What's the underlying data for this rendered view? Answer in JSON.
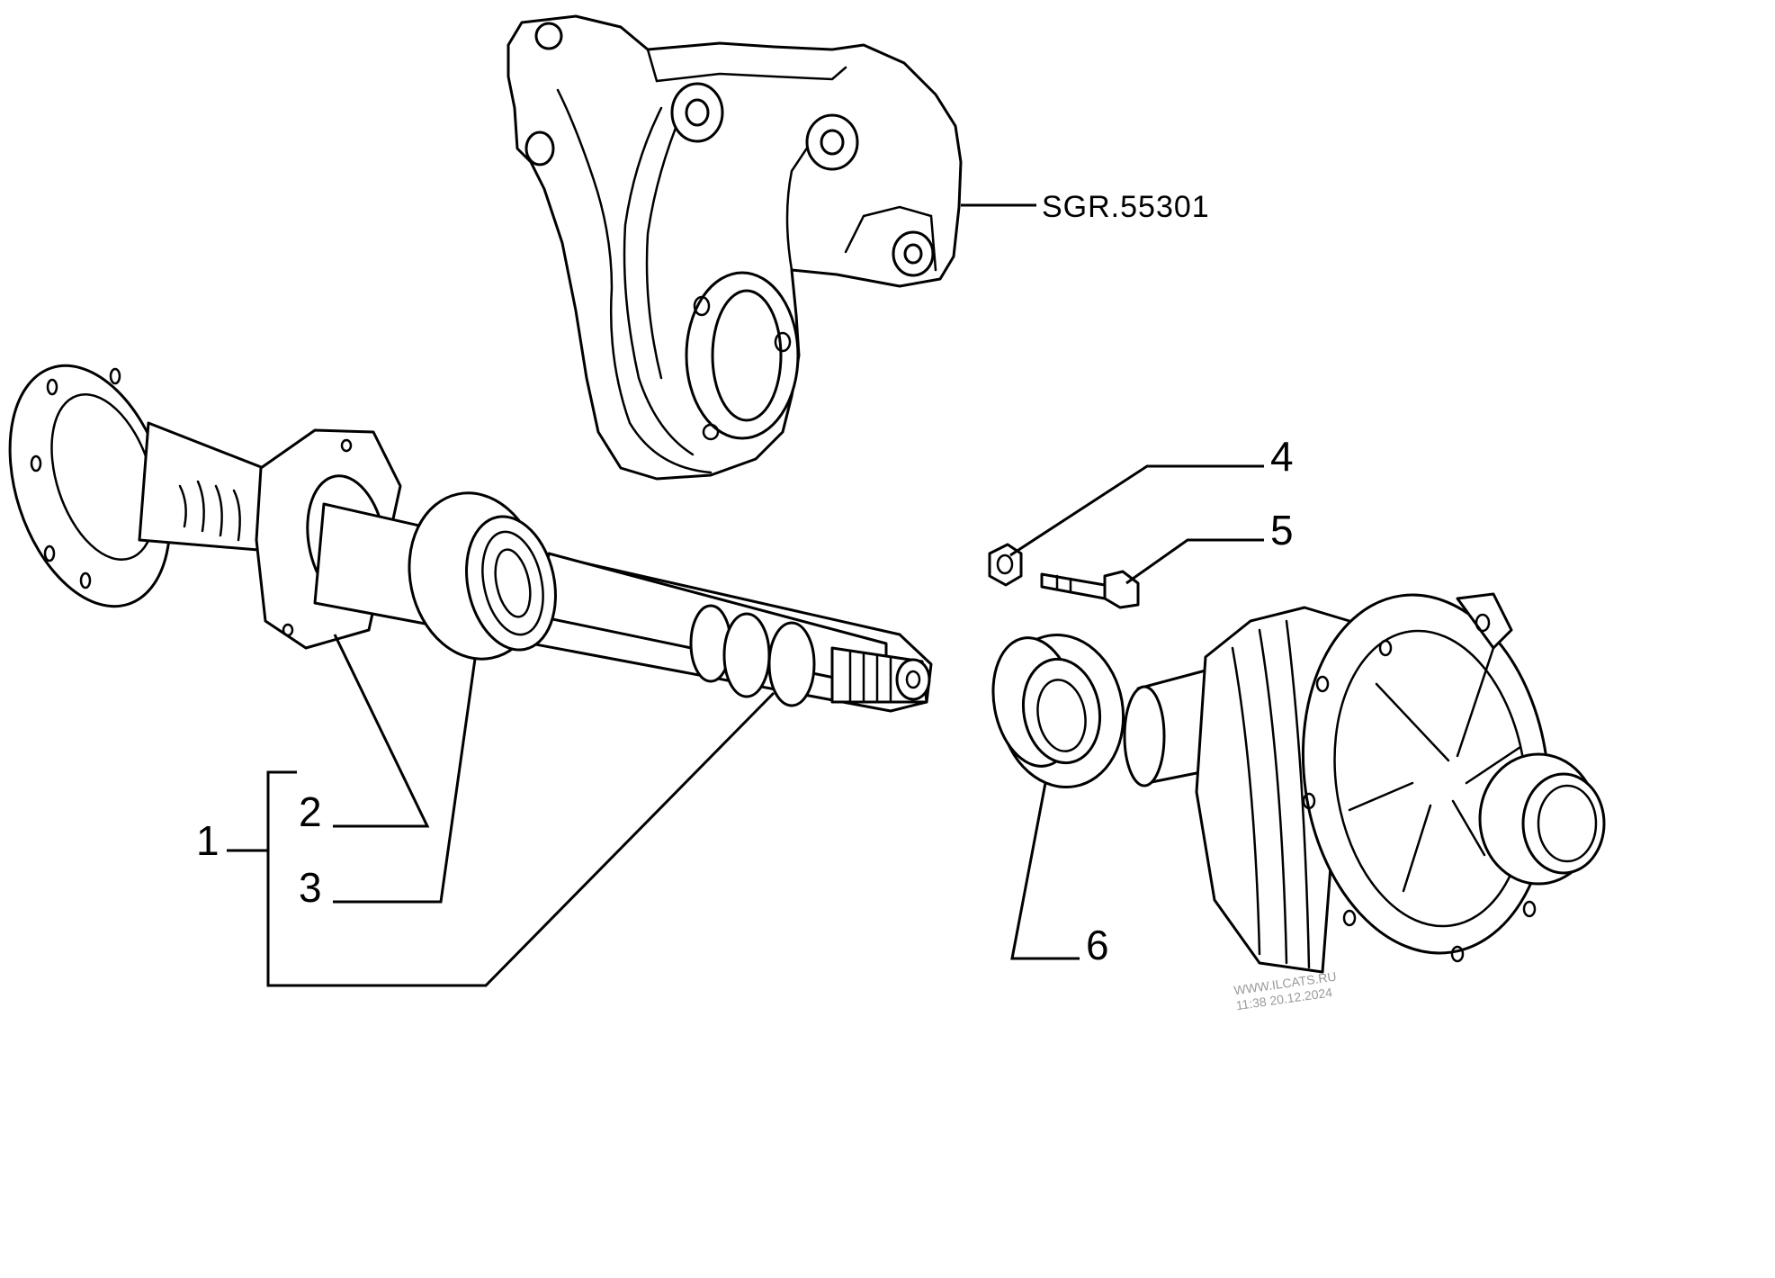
{
  "reference_label": "SGR.55301",
  "callouts": [
    "1",
    "2",
    "3",
    "4",
    "5",
    "6"
  ],
  "watermark": {
    "line1": "WWW.ILCATS.RU",
    "line2": "11:38 20.12.2024"
  }
}
